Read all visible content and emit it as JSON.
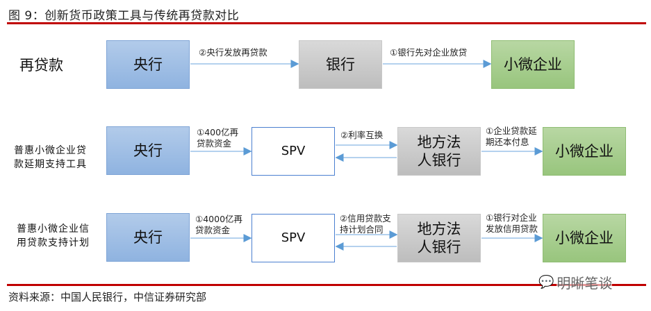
{
  "title": "图 9：创新货币政策工具与传统再贷款对比",
  "rows": [
    {
      "label": "再贷款",
      "nodes": [
        "央行",
        "银行",
        "小微企业"
      ],
      "arrows": [
        "②央行发放再贷款",
        "①银行先对企业放贷"
      ]
    },
    {
      "label": "普惠小微企业贷款延期支持工具",
      "label_lines": [
        "普惠小微企业贷",
        "款延期支持工具"
      ],
      "nodes": [
        "央行",
        "SPV",
        "地方法人银行",
        "小微企业"
      ],
      "node3_lines": [
        "地方法",
        "人银行"
      ],
      "arrows": [
        [
          "①400亿再",
          "贷款资金"
        ],
        [
          "②利率互换"
        ],
        [
          "①企业贷款延",
          "期还本付息"
        ]
      ]
    },
    {
      "label": "普惠小微企业信用贷款支持计划",
      "label_lines": [
        "普惠小微企业信",
        "用贷款支持计划"
      ],
      "nodes": [
        "央行",
        "SPV",
        "地方法人银行",
        "小微企业"
      ],
      "node3_lines": [
        "地方法",
        "人银行"
      ],
      "arrows": [
        [
          "①4000亿再",
          "贷款资金"
        ],
        [
          "②信用贷款支",
          "持计划合同"
        ],
        [
          "①银行对企业",
          "发放信用贷款"
        ]
      ]
    }
  ],
  "source": "资料来源：中国人民银行，中信证券研究部",
  "watermark": "明晰笔谈",
  "colors": {
    "accent": "#c00000",
    "central_bank": "#9dbde6",
    "bank": "#cccccc",
    "sme": "#a8cd90",
    "arrow": "#5b9bd5"
  }
}
